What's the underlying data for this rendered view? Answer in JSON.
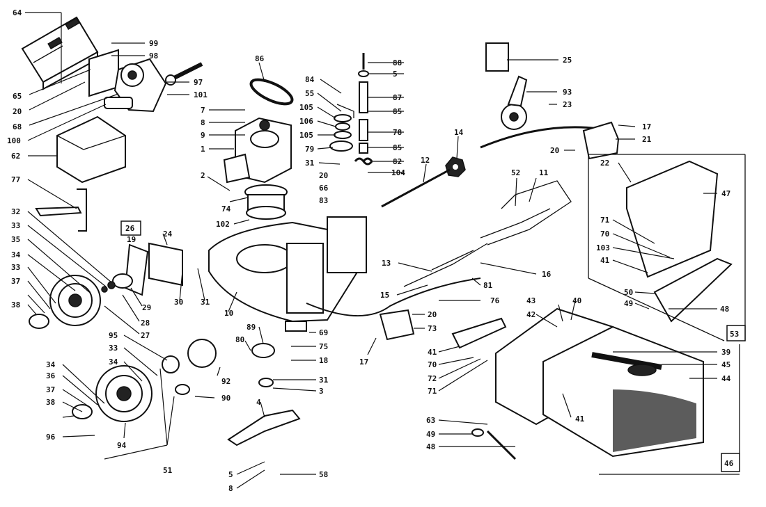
{
  "diagram": {
    "labels": {
      "l64": "64",
      "l99": "99",
      "l98": "98",
      "l65": "65",
      "l20a": "20",
      "l68": "68",
      "l100": "100",
      "l97": "97",
      "l101": "101",
      "l62": "62",
      "l86": "86",
      "l7": "7",
      "l8a": "8",
      "l9": "9",
      "l1": "1",
      "l2": "2",
      "l74": "74",
      "l102": "102",
      "l84": "84",
      "l55": "55",
      "l105a": "105",
      "l106": "106",
      "l105b": "105",
      "l79": "79",
      "l31a": "31",
      "l20b": "20",
      "l66": "66",
      "l83": "83",
      "l88": "88",
      "l5a": "5",
      "l87": "87",
      "l85a": "85",
      "l78": "78",
      "l85b": "85",
      "l82": "82",
      "l104": "104",
      "l14": "14",
      "l12": "12",
      "l25": "25",
      "l93": "93",
      "l23": "23",
      "l17a": "17",
      "l21": "21",
      "l20c": "20",
      "l77": "77",
      "l32": "32",
      "l33a": "33",
      "l35": "35",
      "l34a": "34",
      "l33b": "33",
      "l37a": "37",
      "l38a": "38",
      "l26": "26",
      "l19": "19",
      "l24": "24",
      "l29": "29",
      "l28": "28",
      "l27": "27",
      "l30": "30",
      "l31b": "31",
      "l10": "10",
      "l52": "52",
      "l11": "11",
      "l13": "13",
      "l16": "16",
      "l15": "15",
      "l81": "81",
      "l76": "76",
      "l20d": "20",
      "l73": "73",
      "l17b": "17",
      "l22": "22",
      "l47": "47",
      "l71a": "71",
      "l70a": "70",
      "l103": "103",
      "l41a": "41",
      "l50": "50",
      "l49a": "49",
      "l48a": "48",
      "l53": "53",
      "l89": "89",
      "l69": "69",
      "l80": "80",
      "l75": "75",
      "l18": "18",
      "l31c": "31",
      "l3": "3",
      "l4": "4",
      "l5b": "5",
      "l8b": "8",
      "l58": "58",
      "l95": "95",
      "l33c": "33",
      "l34b": "34",
      "l34c": "34",
      "l36": "36",
      "l37b": "37",
      "l38b": "38",
      "l96": "96",
      "l94": "94",
      "l51": "51",
      "l92": "92",
      "l90": "90",
      "l43": "43",
      "l42": "42",
      "l40": "40",
      "l41b": "41",
      "l70b": "70",
      "l72": "72",
      "l71b": "71",
      "l39": "39",
      "l45": "45",
      "l44": "44",
      "l41c": "41",
      "l63": "63",
      "l49b": "49",
      "l48b": "48",
      "l46": "46"
    }
  }
}
